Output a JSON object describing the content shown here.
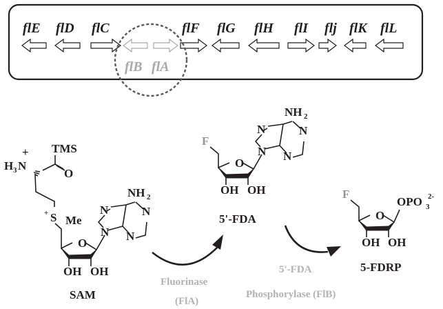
{
  "gene_cluster": {
    "genes": [
      {
        "name": "flE",
        "direction": "left"
      },
      {
        "name": "flD",
        "direction": "left"
      },
      {
        "name": "flC",
        "direction": "right"
      },
      {
        "name": "flB",
        "direction": "left",
        "highlighted": true
      },
      {
        "name": "flA",
        "direction": "right",
        "highlighted": true
      },
      {
        "name": "flF",
        "direction": "right"
      },
      {
        "name": "flG",
        "direction": "left"
      },
      {
        "name": "flH",
        "direction": "left"
      },
      {
        "name": "flI",
        "direction": "right"
      },
      {
        "name": "flj",
        "direction": "right"
      },
      {
        "name": "flK",
        "direction": "left"
      },
      {
        "name": "flL",
        "direction": "left"
      }
    ],
    "highlight_label_1": "flB",
    "highlight_label_2": "flA"
  },
  "molecules": {
    "sam": {
      "name": "SAM",
      "tms": "TMS",
      "amine": "H",
      "amine_sub": "3",
      "amine_n": "N",
      "plus": "+",
      "carbonyl_o": "O",
      "sulfonium": "S",
      "sulfonium_plus": "+",
      "methyl": "Me",
      "ring_o": "O",
      "oh1": "OH",
      "oh2": "OH",
      "nh2": "NH",
      "nh2_sub": "2",
      "n": "N"
    },
    "fda": {
      "name": "5'-FDA",
      "fluorine": "F",
      "ring_o": "O",
      "oh1": "OH",
      "oh2": "OH",
      "nh2": "NH",
      "nh2_sub": "2",
      "n": "N"
    },
    "fdrp": {
      "name": "5-FDRP",
      "fluorine": "F",
      "ring_o": "O",
      "oh1": "OH",
      "oh2": "OH",
      "phosphate": "OPO",
      "phosphate_sub": "3",
      "phosphate_charge": "2-"
    }
  },
  "reactions": {
    "step1": {
      "enzyme_line1": "Fluorinase",
      "enzyme_line2": "(FlA)"
    },
    "step2": {
      "substrate_hint": "5'-FDA",
      "enzyme": "Phosphorylase (FlB)"
    }
  },
  "colors": {
    "ink": "#231f20",
    "highlight_grey": "#a7a9ac",
    "dashed_circle": "#58595b"
  }
}
